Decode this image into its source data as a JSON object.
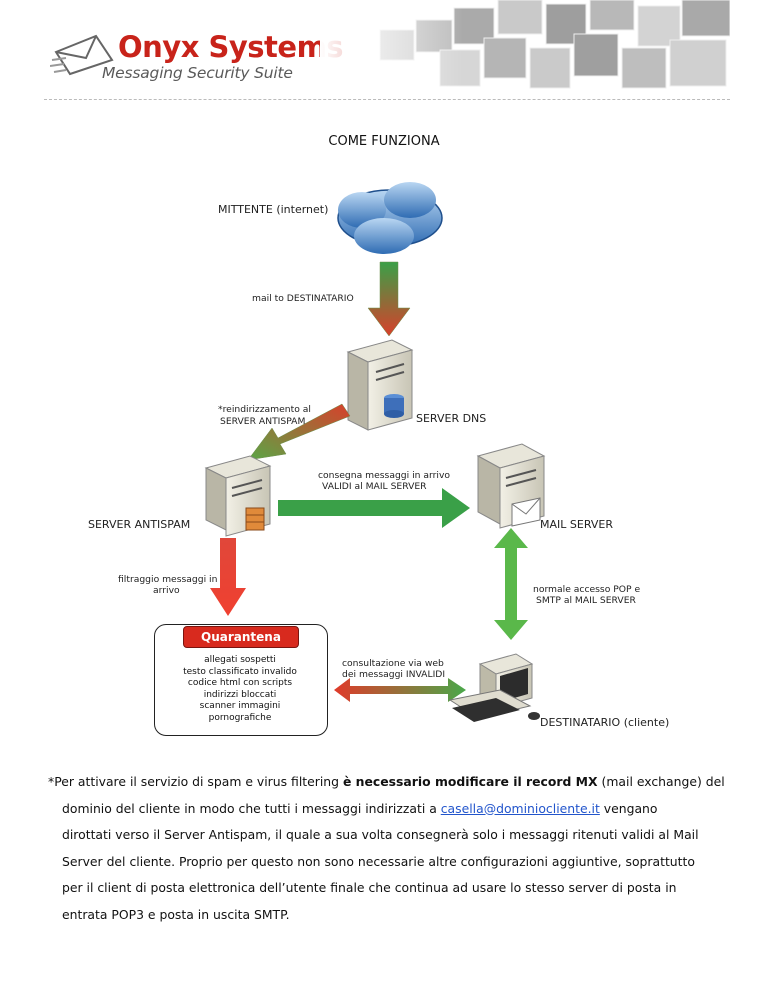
{
  "header": {
    "brand_name": "Onyx Systems",
    "brand_tagline": "Messaging Security Suite"
  },
  "title": "COME FUNZIONA",
  "diagram": {
    "sender_label": "MITTENTE (internet)",
    "mail_to_label": "mail to DESTINATARIO",
    "redirect_label_1": "*reindirizzamento al",
    "redirect_label_2": "SERVER ANTISPAM",
    "dns_label": "SERVER DNS",
    "deliver_label_1": "consegna messaggi in arrivo",
    "deliver_label_2": "VALIDI al MAIL SERVER",
    "antispam_label": "SERVER ANTISPAM",
    "mailserver_label": "MAIL SERVER",
    "filter_label_1": "filtraggio messaggi in",
    "filter_label_2": "arrivo",
    "access_label_1": "normale accesso POP e",
    "access_label_2": "SMTP al MAIL SERVER",
    "quarantine_title": "Quarantena",
    "quarantine_items": [
      "allegati sospetti",
      "testo classificato invalido",
      "codice html con scripts",
      "indirizzi bloccati",
      "scanner immagini",
      "pornografiche"
    ],
    "consult_label_1": "consultazione via web",
    "consult_label_2": "dei messaggi INVALIDI",
    "recipient_label": "DESTINATARIO (cliente)"
  },
  "body": {
    "p1": "*Per attivare il servizio di spam e virus filtering ",
    "p1_strong": "è necessario modificare il record MX",
    "p1_rest": " (mail exchange) del",
    "p2": "dominio del cliente in modo che tutti i messaggi indirizzati a ",
    "p2_link": "casella@dominiocliente.it",
    "p2_rest": " vengano",
    "p3": "dirottati verso il Server Antispam, il quale a sua volta consegnerà solo i messaggi ritenuti validi al Mail",
    "p4": "Server del cliente. Proprio per questo non sono necessarie altre configurazioni aggiuntive, soprattutto",
    "p5": "per il client di posta elettronica dell’utente finale che continua ad usare lo stesso server di posta in",
    "p6": "entrata POP3 e posta in uscita SMTP."
  },
  "colors": {
    "brand_red": "#c8231a",
    "arrow_green": "#3aa048",
    "arrow_red": "#e03a2a",
    "link": "#2255cc"
  }
}
